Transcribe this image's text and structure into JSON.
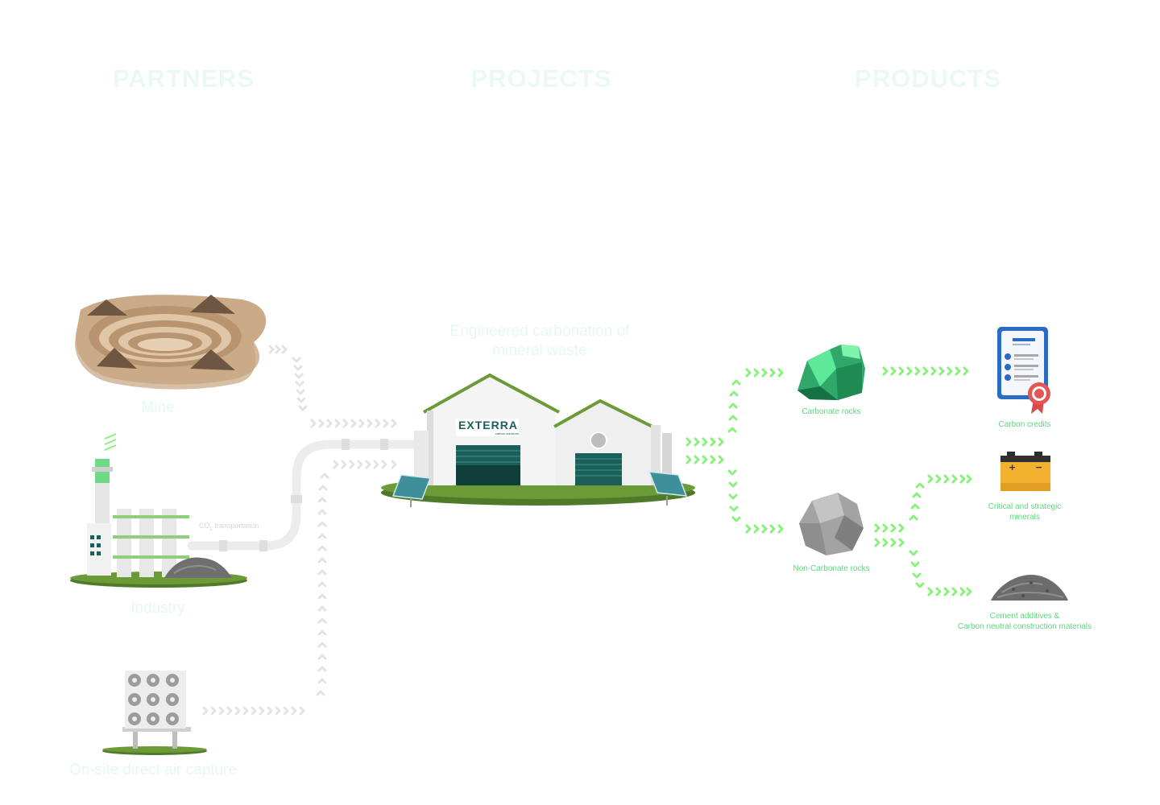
{
  "headers": {
    "partners": "PARTNERS",
    "projects": "PROJECTS",
    "products": "PRODUCTS"
  },
  "sources": {
    "mine": "Mine",
    "industry": "Industry",
    "dac": "On-site direct air capture"
  },
  "pipe_label": {
    "prefix": "CO",
    "sub": "2",
    "suffix": " transportation"
  },
  "project": {
    "title_line1": "Engineered carbonation of",
    "title_line2": "mineral waste",
    "brand": "EXTERRA",
    "brand_tagline": "carbon solutions"
  },
  "products": {
    "carbonate_rocks": "Carbonate rocks",
    "non_carbonate_rocks": "Non-Carbonate rocks",
    "carbon_credits": "Carbon credits",
    "critical_line1": "Critical and strategic",
    "critical_line2": "minerals",
    "cement_line1": "Cement additives &",
    "cement_line2": "Carbon neutral construction materials"
  },
  "colors": {
    "header_text": "#eaf9f2",
    "product_label": "#5fd67d",
    "arrow_green": "#8af07d",
    "arrow_grey": "#e6e6e6",
    "brand_teal": "#1c5e5a",
    "ground_green": "#6b9a36"
  }
}
